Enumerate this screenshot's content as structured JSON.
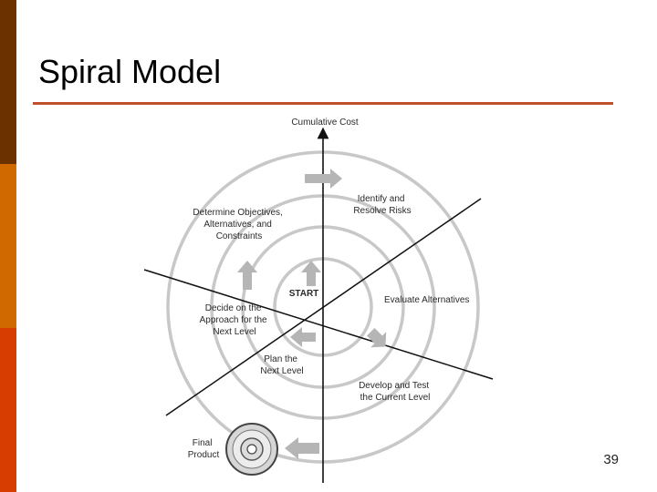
{
  "slide": {
    "title": "Spiral Model",
    "page_number": "39"
  },
  "diagram": {
    "axis_label": "Cumulative Cost",
    "start_label": "START",
    "quadrants": {
      "determine_objectives": [
        "Determine Objectives,",
        "Alternatives, and",
        "Constraints"
      ],
      "identify_risks": [
        "Identify and",
        "Resolve Risks"
      ],
      "evaluate_alternatives": [
        "Evaluate Alternatives"
      ],
      "develop_test": [
        "Develop and Test",
        "the Current Level"
      ],
      "plan_next": [
        "Plan the",
        "Next Level"
      ],
      "decide_approach": [
        "Decide on the",
        "Approach for the",
        "Next Level"
      ],
      "final_product": [
        "Final",
        "Product"
      ]
    }
  },
  "colors": {
    "accent_dark": "#6b3200",
    "accent_mid": "#d06a00",
    "accent_red": "#d73d00",
    "title_rule": "#c0502a",
    "ring": "#c8c8c8",
    "arrow": "#b5b5b5"
  }
}
